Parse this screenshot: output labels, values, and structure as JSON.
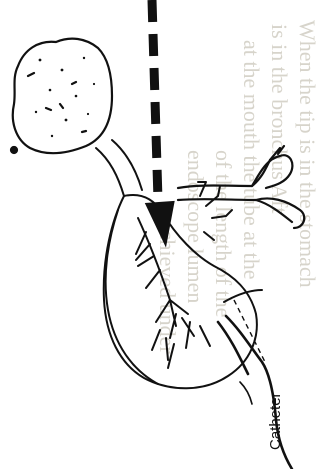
{
  "figure": {
    "callout_label": "Catheter",
    "background_bleed_lines": [
      "When the tip is in the stomach",
      "is in the bronchus Aft",
      "at the mouth the tube at the",
      "of the length of the",
      "endoscope lumen",
      "achieved under"
    ]
  },
  "colors": {
    "paper": "#ffffff",
    "ink": "#111111",
    "bleed_ink": "#d3d0c6"
  }
}
